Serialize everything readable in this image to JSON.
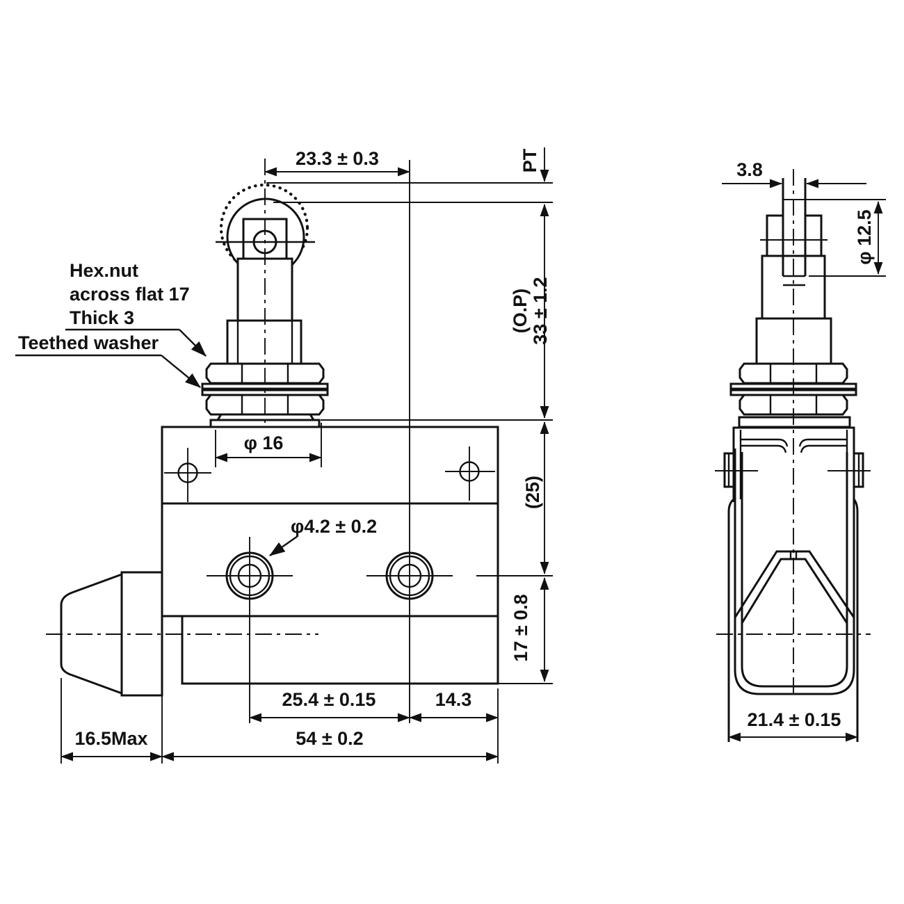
{
  "drawing": {
    "type": "limit-switch-dimension-drawing",
    "colors": {
      "line": "#111111",
      "background": "#ffffff"
    },
    "callouts": {
      "hex_nut_line1": "Hex.nut",
      "hex_nut_line2": "across flat 17",
      "hex_nut_line3": "Thick 3",
      "teethed_washer": "Teethed washer"
    },
    "front_view": {
      "dim_roller_to_hole": "23.3 ± 0.3",
      "dim_pretravel": "PT",
      "dim_op_label": "(O.P)",
      "dim_op_value": "33 ± 1.2",
      "dim_plate_height": "(25)",
      "dim_lower_height": "17 ± 0.8",
      "dim_boss_dia": "φ 16",
      "dim_mount_hole_dia": "φ4.2 ± 0.2",
      "dim_hole_spacing": "25.4 ± 0.15",
      "dim_hole_to_edge": "14.3",
      "dim_body_width": "54 ± 0.2",
      "dim_side_plunger": "16.5Max"
    },
    "side_view": {
      "dim_roller_width": "3.8",
      "dim_plunger_dia": "φ 12.5",
      "dim_body_depth": "21.4 ± 0.15"
    }
  }
}
